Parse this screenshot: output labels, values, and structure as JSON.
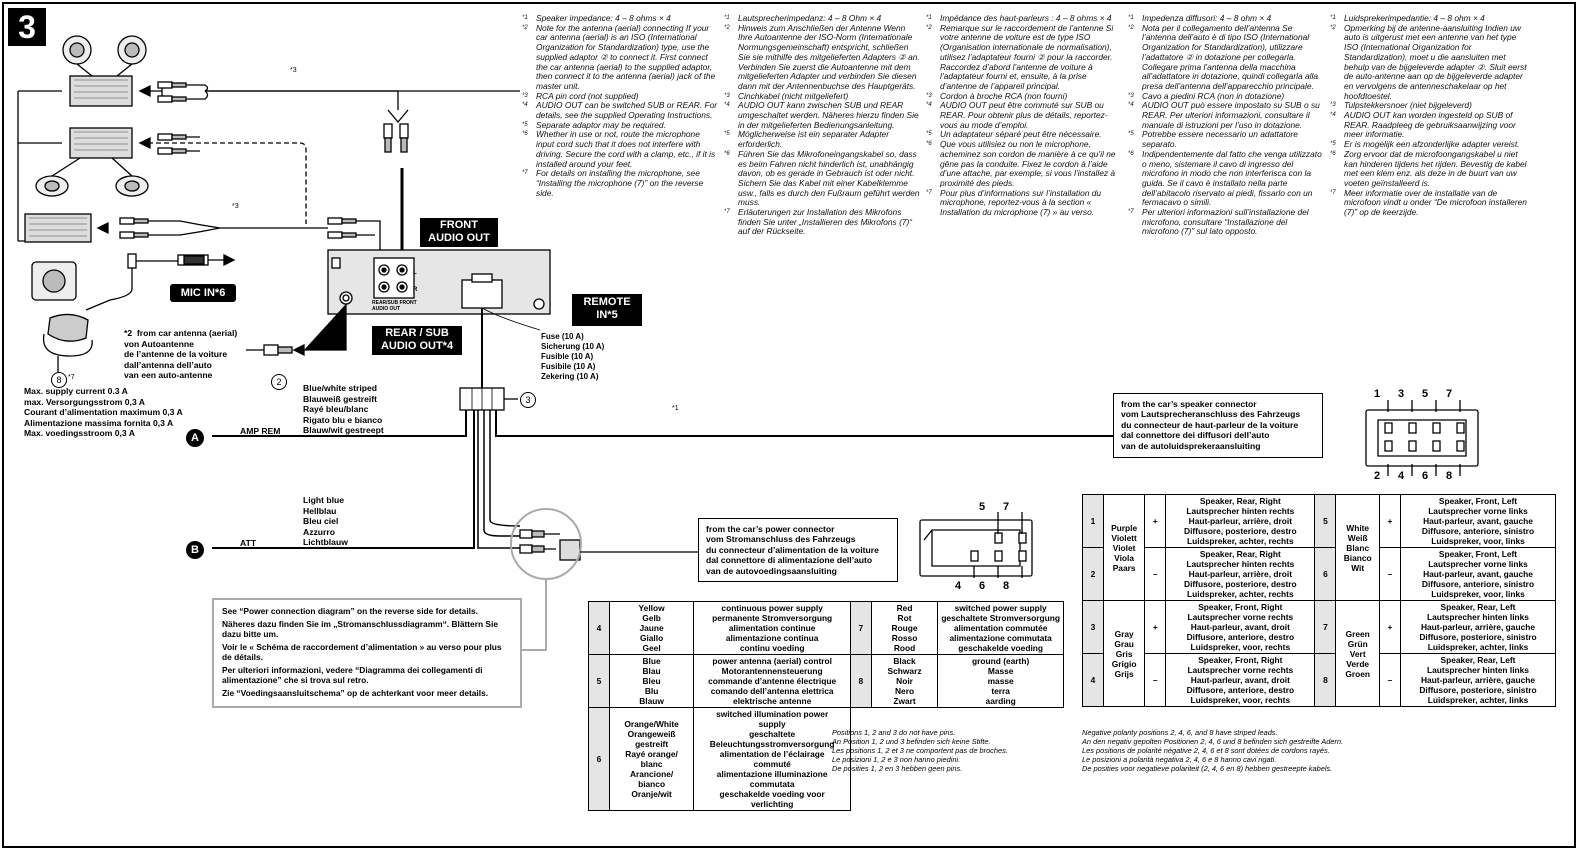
{
  "section_number": "3",
  "notes": {
    "en": [
      {
        "mark": "*1",
        "text": "Speaker impedance: 4 – 8 ohms × 4"
      },
      {
        "mark": "*2",
        "text": "Note for the antenna (aerial) connecting If your car antenna (aerial) is an ISO (International Organization for Standardization) type, use the supplied adaptor ② to connect it. First connect the car antenna (aerial) to the supplied adaptor, then connect it to the antenna (aerial) jack of the master unit."
      },
      {
        "mark": "*3",
        "text": "RCA pin cord (not supplied)"
      },
      {
        "mark": "*4",
        "text": "AUDIO OUT can be switched SUB or REAR. For details, see the supplied Operating Instructions."
      },
      {
        "mark": "*5",
        "text": "Separate adaptor may be required."
      },
      {
        "mark": "*6",
        "text": "Whether in use or not, route the microphone input cord such that it does not interfere with driving. Secure the cord with a clamp, etc., if it is installed around your feet."
      },
      {
        "mark": "*7",
        "text": "For details on installing the microphone, see “Installing the microphone (7)” on the reverse side."
      }
    ],
    "de": [
      {
        "mark": "*1",
        "text": "Lautsprecherimpedanz: 4 – 8 Ohm × 4"
      },
      {
        "mark": "*2",
        "text": "Hinweis zum Anschließen der Antenne Wenn Ihre Autoantenne der ISO-Norm (Internationale Normungsgemeinschaft) entspricht, schließen Sie sie mithilfe des mitgelieferten Adapters ② an. Verbinden Sie zuerst die Autoantenne mit dem mitgelieferten Adapter und verbinden Sie diesen dann mit der Antennenbuchse des Hauptgeräts."
      },
      {
        "mark": "*3",
        "text": "Cinchkabel (nicht mitgeliefert)"
      },
      {
        "mark": "*4",
        "text": "AUDIO OUT kann zwischen SUB und REAR umgeschaltet werden. Näheres hierzu finden Sie in der mitgelieferten Bedienungsanleitung."
      },
      {
        "mark": "*5",
        "text": "Möglicherweise ist ein separater Adapter erforderlich."
      },
      {
        "mark": "*6",
        "text": "Führen Sie das Mikrofoneingangskabel so, dass es beim Fahren nicht hinderlich ist, unabhängig davon, ob es gerade in Gebrauch ist oder nicht. Sichern Sie das Kabel mit einer Kabelklemme usw., falls es durch den Fußraum geführt werden muss."
      },
      {
        "mark": "*7",
        "text": "Erläuterungen zur Installation des Mikrofons finden Sie unter „Installieren des Mikrofons (7)“ auf der Rückseite."
      }
    ],
    "fr": [
      {
        "mark": "*1",
        "text": "Impédance des haut-parleurs : 4 – 8 ohms × 4"
      },
      {
        "mark": "*2",
        "text": "Remarque sur le raccordement de l’antenne Si votre antenne de voiture est de type ISO (Organisation internationale de normalisation), utilisez l’adaptateur fourni ② pour la raccorder. Raccordez d’abord l’antenne de voiture à l’adaptateur fourni et, ensuite, à la prise d’antenne de l’appareil principal."
      },
      {
        "mark": "*3",
        "text": "Cordon à broche RCA (non fourni)"
      },
      {
        "mark": "*4",
        "text": "AUDIO OUT peut être commuté sur SUB ou REAR. Pour obtenir plus de détails, reportez-vous au mode d’emploi."
      },
      {
        "mark": "*5",
        "text": "Un adaptateur séparé peut être nécessaire."
      },
      {
        "mark": "*6",
        "text": "Que vous utilisiez ou non le microphone, acheminez son cordon de manière à ce qu’il ne gêne pas la conduite. Fixez le cordon à l’aide d’une attache, par exemple, si vous l’installez à proximité des pieds."
      },
      {
        "mark": "*7",
        "text": "Pour plus d’informations sur l’installation du microphone, reportez-vous à la section « Installation du microphone (7) » au verso."
      }
    ],
    "it": [
      {
        "mark": "*1",
        "text": "Impedenza diffusori: 4 – 8 ohm × 4"
      },
      {
        "mark": "*2",
        "text": "Nota per il collegamento dell’antenna Se l’antenna dell’auto è di tipo ISO (International Organization for Standardization), utilizzare l’adattatore ② in dotazione per collegarla. Collegare prima l’antenna della macchina all’adattatore in dotazione, quindi collegarla alla presa dell’antenna dell’apparecchio principale."
      },
      {
        "mark": "*3",
        "text": "Cavo a piedini RCA (non in dotazione)"
      },
      {
        "mark": "*4",
        "text": "AUDIO OUT può essere impostato su SUB o su REAR. Per ulteriori informazioni, consultare il manuale di istruzioni per l’uso in dotazione."
      },
      {
        "mark": "*5",
        "text": "Potrebbe essere necessario un adattatore separato."
      },
      {
        "mark": "*6",
        "text": "Indipendentemente dal fatto che venga utilizzato o meno, sistemare il cavo di ingresso del microfono in modo che non interferisca con la guida. Se il cavo è installato nella parte dell’abitacolo riservato ai piedi, fissarlo con un fermacavo o simili."
      },
      {
        "mark": "*7",
        "text": "Per ulteriori informazioni sull’installazione del microfono, consultare “Installazione del microfono (7)” sul lato opposto."
      }
    ],
    "nl": [
      {
        "mark": "*1",
        "text": "Luidsprekerimpedantie: 4 – 8 ohm × 4"
      },
      {
        "mark": "*2",
        "text": "Opmerking bij de antenne-aansluiting Indien uw auto is uitgerust met een antenne van het type ISO (International Organization for Standardization), moet u die aansluiten met behulp van de bijgeleverde adapter ②. Sluit eerst de auto-antenne aan op de bijgeleverde adapter en vervolgens de antenneschakelaar op het hoofdtoestel."
      },
      {
        "mark": "*3",
        "text": "Tulpstekkersnoer (niet bijgeleverd)"
      },
      {
        "mark": "*4",
        "text": "AUDIO OUT kan worden ingesteld op SUB of REAR. Raadpleeg de gebruiksaanwijzing voor meer informatie."
      },
      {
        "mark": "*5",
        "text": "Er is mogelijk een afzonderlijke adapter vereist."
      },
      {
        "mark": "*6",
        "text": "Zorg ervoor dat de microfoongangskabel u niet kan hinderen tijdens het rijden. Bevestig de kabel met een klem enz. als deze in de buurt van uw voeten geïnstalleerd is."
      },
      {
        "mark": "*7",
        "text": "Meer informatie over de installatie van de microfoon vindt u onder “De microfoon installeren (7)” op de keerzijde."
      }
    ]
  },
  "diagram": {
    "front_audio_out": "FRONT\nAUDIO OUT",
    "rear_sub_audio_out": "REAR / SUB\nAUDIO OUT*4",
    "mic_in": "MIC IN*6",
    "remote_in": "REMOTE\nIN*5",
    "jack_small": "REAR/SUB FRONT\nAUDIO OUT",
    "jack_L": "L",
    "jack_R": "R",
    "star3_a": "*3",
    "star3_b": "*3",
    "star1": "*1",
    "star7": "*7",
    "circ2_a": "②",
    "circ2_b": "2",
    "circ3": "3",
    "circ8": "8",
    "antenna_note": "*2  from car antenna (aerial)\nvon Autoantenne\nde l’antenne de la voiture\ndall’antenna dell’auto\nvan een auto-antenne",
    "supply_current": "Max. supply current 0.3 A\nmax. Versorgungsstrom 0,3 A\nCourant d’alimentation maximum 0,3 A\nAlimentazione massima fornita 0,3 A\nMax. voedingsstroom 0,3 A",
    "fuse": "Fuse (10 A)\nSicherung (10 A)\nFusible (10 A)\nFusibile (10 A)\nZekering (10 A)",
    "blue_white": "Blue/white striped\nBlauweiß gestreift\nRayé bleu/blanc\nRigato blu e bianco\nBlauw/wit gestreept",
    "amp_rem": "AMP REM",
    "light_blue": "Light blue\nHellblau\nBleu ciel\nAzzurro\nLichtblauw",
    "att": "ATT",
    "term_a": "A",
    "term_b": "B",
    "speaker_connector": "from the car’s speaker connector\nvom Lautsprecheranschluss des Fahrzeugs\ndu connecteur de haut-parleur de la voiture\ndal connettore dei diffusori dell’auto\nvan de autoluidsprekeraansluiting",
    "power_connector": "from the car’s power connector\nvom Stromanschluss des Fahrzeugs\ndu connecteur d’alimentation de la voiture\ndal connettore di alimentazione dell’auto\nvan de autovoedingsaansluiting",
    "see_power": [
      "See “Power connection diagram” on the reverse side for details.",
      "Näheres dazu finden Sie im „Stromanschlussdiagramm“. Blättern Sie dazu bitte um.",
      "Voir le « Schéma de raccordement d’alimentation » au verso pour plus de détails.",
      "Per ulteriori informazioni, vedere “Diagramma dei collegamenti di alimentazione” che si trova sul retro.",
      "Zie “Voedingsaansluitschema” op de achterkant voor meer details."
    ],
    "spk_pins_top": [
      "1",
      "3",
      "5",
      "7"
    ],
    "spk_pins_bottom": [
      "2",
      "4",
      "6",
      "8"
    ],
    "pwr_pins_top": [
      "5",
      "7"
    ],
    "pwr_pins_bottom": [
      "4",
      "6",
      "8"
    ]
  },
  "power_table": {
    "rows": [
      {
        "pos": "4",
        "color": "Yellow\nGelb\nJaune\nGiallo\nGeel",
        "func": "continuous power supply\npermanente Stromversorgung\nalimentation continue\nalimentazione continua\ncontinu voeding",
        "pos2": "7",
        "color2": "Red\nRot\nRouge\nRosso\nRood",
        "func2": "switched power supply\ngeschaltete Stromversorgung\nalimentation commutée\nalimentazione commutata\ngeschakelde voeding"
      },
      {
        "pos": "5",
        "color": "Blue\nBlau\nBleu\nBlu\nBlauw",
        "func": "power antenna (aerial) control\nMotorantennensteuerung\ncommande d’antenne électrique\ncomando dell’antenna elettrica\nelektrische antenne",
        "pos2": "8",
        "color2": "Black\nSchwarz\nNoir\nNero\nZwart",
        "func2": "ground (earth)\nMasse\nmasse\nterra\naarding"
      },
      {
        "pos": "6",
        "color": "Orange/White\nOrangeweiß\ngestreift\nRayé orange/\nblanc\nArancione/\nbianco\nOranje/wit",
        "func": "switched illumination power\nsupply\ngeschaltete\nBeleuchtungsstromversorgung\nalimentation de l’éclairage\ncommuté\nalimentazione illuminazione\ncommutata\ngeschakelde voeding voor\nverlichting"
      }
    ],
    "footnote": "Positions 1, 2 and 3 do not have pins.\nAn Position 1, 2 und 3 befinden sich keine Stifte.\nLes positions 1, 2 et 3 ne comportent pas de broches.\nLe posizioni 1, 2 e 3 non hanno piedini.\nDe posities 1, 2 en 3 hebben geen pins."
  },
  "speaker_table": {
    "rows": [
      {
        "pos": "1",
        "color": "Purple\nViolett\nViolet\nViola\nPaars",
        "pol": "+",
        "spk": "Speaker, Rear, Right\nLautsprecher hinten rechts\nHaut-parleur, arrière, droit\nDiffusore, posteriore, destro\nLuidspreker, achter, rechts",
        "pos2": "5",
        "color2": "White\nWeiß\nBlanc\nBianco\nWit",
        "pol2": "+",
        "spk2": "Speaker, Front, Left\nLautsprecher vorne links\nHaut-parleur, avant, gauche\nDiffusore, anteriore, sinistro\nLuidspreker, voor, links"
      },
      {
        "pos": "2",
        "pol": "–",
        "spk": "Speaker, Rear, Right\nLautsprecher hinten rechts\nHaut-parleur, arrière, droit\nDiffusore, posteriore, destro\nLuidspreker, achter, rechts",
        "pos2": "6",
        "pol2": "–",
        "spk2": "Speaker, Front, Left\nLautsprecher vorne links\nHaut-parleur, avant, gauche\nDiffusore, anteriore, sinistro\nLuidspreker, voor, links"
      },
      {
        "pos": "3",
        "color": "Gray\nGrau\nGris\nGrigio\nGrijs",
        "pol": "+",
        "spk": "Speaker, Front, Right\nLautsprecher vorne rechts\nHaut-parleur, avant, droit\nDiffusore, anteriore, destro\nLuidspreker, voor, rechts",
        "pos2": "7",
        "color2": "Green\nGrün\nVert\nVerde\nGroen",
        "pol2": "+",
        "spk2": "Speaker, Rear, Left\nLautsprecher hinten links\nHaut-parleur, arrière, gauche\nDiffusore, posteriore, sinistro\nLuidspreker, achter, links"
      },
      {
        "pos": "4",
        "pol": "–",
        "spk": "Speaker, Front, Right\nLautsprecher vorne rechts\nHaut-parleur, avant, droit\nDiffusore, anteriore, destro\nLuidspreker, voor, rechts",
        "pos2": "8",
        "pol2": "–",
        "spk2": "Speaker, Rear, Left\nLautsprecher hinten links\nHaut-parleur, arrière, gauche\nDiffusore, posteriore, sinistro\nLuidspreker, achter, links"
      }
    ],
    "footnote": "Negative polarity positions 2, 4, 6, and 8 have striped leads.\nAn den negativ gepolten Positionen 2, 4, 6 und 8 befinden sich gestreifte Adern.\nLes positions de polarité négative 2, 4, 6 et 8 sont dotées de cordons rayés.\nLe posizioni a polarità negativa 2, 4, 6 e 8 hanno cavi rigati.\nDe posities voor negatieve polariteit (2, 4, 6 en 8) hebben gestreepte kabels."
  }
}
